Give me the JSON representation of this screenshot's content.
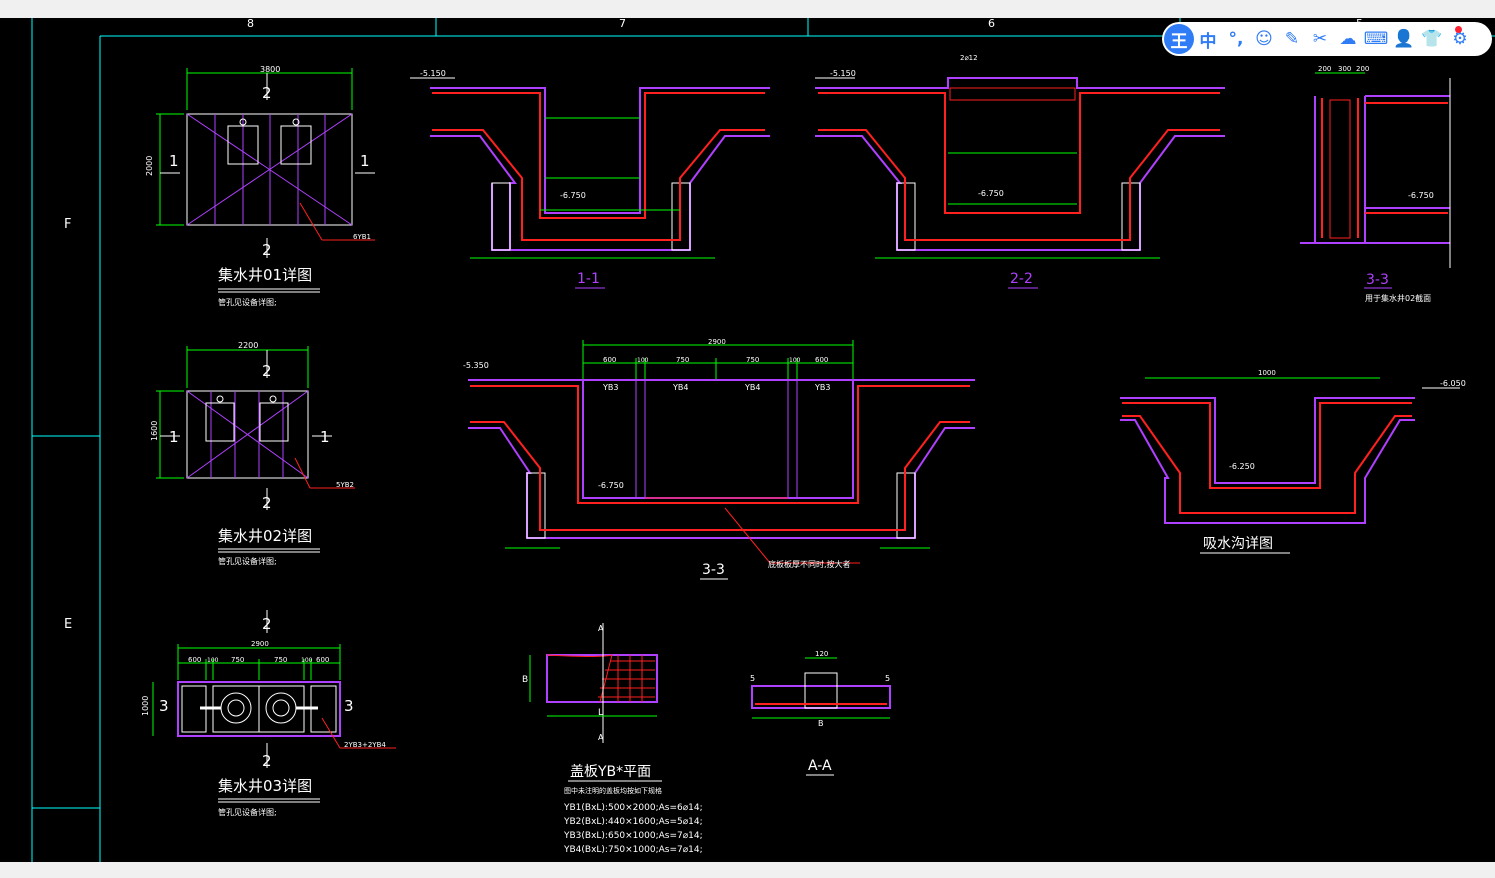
{
  "ime_toolbar": {
    "logo": "王",
    "mode": "中",
    "buttons": [
      "punctuation-icon",
      "emoji-icon",
      "pen-icon",
      "scissors-icon",
      "cloud-icon",
      "keyboard-icon",
      "user-icon",
      "skin-icon",
      "settings-icon"
    ]
  },
  "grid": {
    "columns": [
      "8",
      "7",
      "6",
      "5"
    ],
    "rows": [
      "F",
      "E"
    ]
  },
  "colors": {
    "cyan": "#00ffff",
    "green": "#00ff00",
    "red": "#ff2020",
    "magenta": "#b040ff",
    "white": "#ffffff",
    "yellow": "#ffff00"
  },
  "pits": [
    {
      "title": "集水井01详图",
      "note": "管孔见设备详图;",
      "width": "3800",
      "height": "2000",
      "cut": "1",
      "section": "2",
      "tag": "6YB1"
    },
    {
      "title": "集水井02详图",
      "note": "管孔见设备详图;",
      "width": "2200",
      "height": "1600",
      "cut": "1",
      "section": "2",
      "tag": "5YB2"
    },
    {
      "title": "集水井03详图",
      "note": "管孔见设备详图;",
      "width": "2900",
      "height": "1000",
      "cut": "3",
      "section": "2",
      "tag": "2YB3+2YB4",
      "dims": [
        "600",
        "100",
        "750",
        "750",
        "100",
        "600"
      ]
    }
  ],
  "sections": {
    "s11": {
      "label": "1-1",
      "elev_top": "-5.150",
      "elev_bot": "-6.750"
    },
    "s22": {
      "label": "2-2",
      "elev_top": "-5.150",
      "elev_bot": "-6.750",
      "rebar": "2⌀12"
    },
    "s33": {
      "label": "3-3",
      "elev_top": "-5.350",
      "elev_bot": "-6.750",
      "total": "2900",
      "dims": [
        "600",
        "100",
        "750",
        "750",
        "100",
        "600"
      ],
      "covers": [
        "YB3",
        "YB4",
        "YB4",
        "YB3"
      ],
      "note": "底板板厚不同时,按大者"
    },
    "detail33": {
      "label": "3-3",
      "note": "用于集水井02截面",
      "elev": "-6.750",
      "dims": [
        "200",
        "300",
        "200"
      ]
    },
    "sump": {
      "label": "吸水沟详图",
      "elev_top": "-6.050",
      "elev_bot": "-6.250",
      "width": "1000"
    },
    "plate": {
      "label": "盖板YB*平面",
      "a_mark": "A",
      "b": "B",
      "l": "L"
    },
    "aa": {
      "label": "A-A",
      "w": "120",
      "b": "B",
      "left": "5",
      "right": "5"
    }
  },
  "plate_specs": {
    "heading": "图中未注明的盖板均按如下规格",
    "items": [
      "YB1(BxL):500×2000;As=6⌀14;",
      "YB2(BxL):440×1600;As=5⌀14;",
      "YB3(BxL):650×1000;As=7⌀14;",
      "YB4(BxL):750×1000;As=7⌀14;"
    ]
  }
}
